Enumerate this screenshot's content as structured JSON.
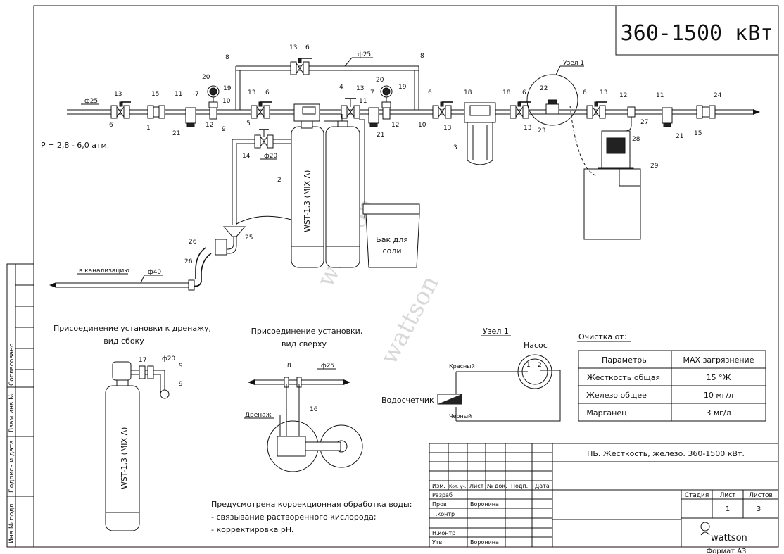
{
  "title": "360-1500 кВт",
  "pressure": "P = 2,8 - 6,0 атм.",
  "pipe_labels": {
    "inlet": "ф25",
    "bypass": "ф25",
    "brine": "ф20",
    "drain_out": "ф40",
    "drain_side": "ф20",
    "top_view": "ф25"
  },
  "drain_text": "в канализацию",
  "node_label": "Узел 1",
  "item_numbers": [
    "13",
    "15",
    "11",
    "20",
    "7",
    "19",
    "12",
    "10",
    "8",
    "13",
    "6",
    "9",
    "5",
    "14",
    "2",
    "4",
    "13",
    "11",
    "20",
    "7",
    "19",
    "21",
    "12",
    "10",
    "8",
    "6",
    "13",
    "18",
    "3",
    "18",
    "6",
    "22",
    "13",
    "23",
    "6",
    "13",
    "12",
    "11",
    "24",
    "27",
    "21",
    "15",
    "29",
    "28",
    "26",
    "26",
    "25",
    "6",
    "1",
    "21",
    "16",
    "17",
    "9",
    "9",
    "8"
  ],
  "softener_label": "WST-1,3 (MIX A)",
  "brine_tank_label": [
    "Бак для",
    "соли"
  ],
  "watermark": "wattson",
  "side_view_title": [
    "Присоединение установки к дренажу,",
    "вид сбоку"
  ],
  "top_view_title": [
    "Присоединение установки,",
    "вид сверху"
  ],
  "drain_label": "Дренаж",
  "node1": {
    "title": "Узел 1",
    "pump": "Насос",
    "meter": "Водосчетчик",
    "red": "Красный",
    "black": "Черный",
    "pin1": "1",
    "pin2": "2"
  },
  "treatment_note": [
    "Предусмотрена коррекционная обработка воды:",
    "- связывание растворенного кислорода;",
    "- корректировка pH."
  ],
  "cleaning": {
    "title": "Очистка от:",
    "headers": [
      "Параметры",
      "MAX загрязнение"
    ],
    "rows": [
      [
        "Жесткость общая",
        "15 °Ж"
      ],
      [
        "Железо общее",
        "10 мг/л"
      ],
      [
        "Марганец",
        "3 мг/л"
      ]
    ]
  },
  "stamp": {
    "doc_title": "ПБ. Жесткость, железо. 360-1500 кВт.",
    "cols": [
      "Изм.",
      "Кол. уч.",
      "Лист",
      "№ док.",
      "Подп.",
      "Дата"
    ],
    "roles": [
      "Разраб",
      "Пров",
      "Т.контр",
      "",
      "Н.контр",
      "Утв"
    ],
    "checker": "Воронина",
    "approver": "Воронина",
    "stage_headers": [
      "Стадия",
      "Лист",
      "Листов"
    ],
    "sheet": "1",
    "sheets": "3",
    "brand": "wattson",
    "format": "Формат   А3"
  },
  "side_stamp": [
    "Согласовано",
    "Взам инв №",
    "Подпись и дата",
    "Инв № подл"
  ]
}
